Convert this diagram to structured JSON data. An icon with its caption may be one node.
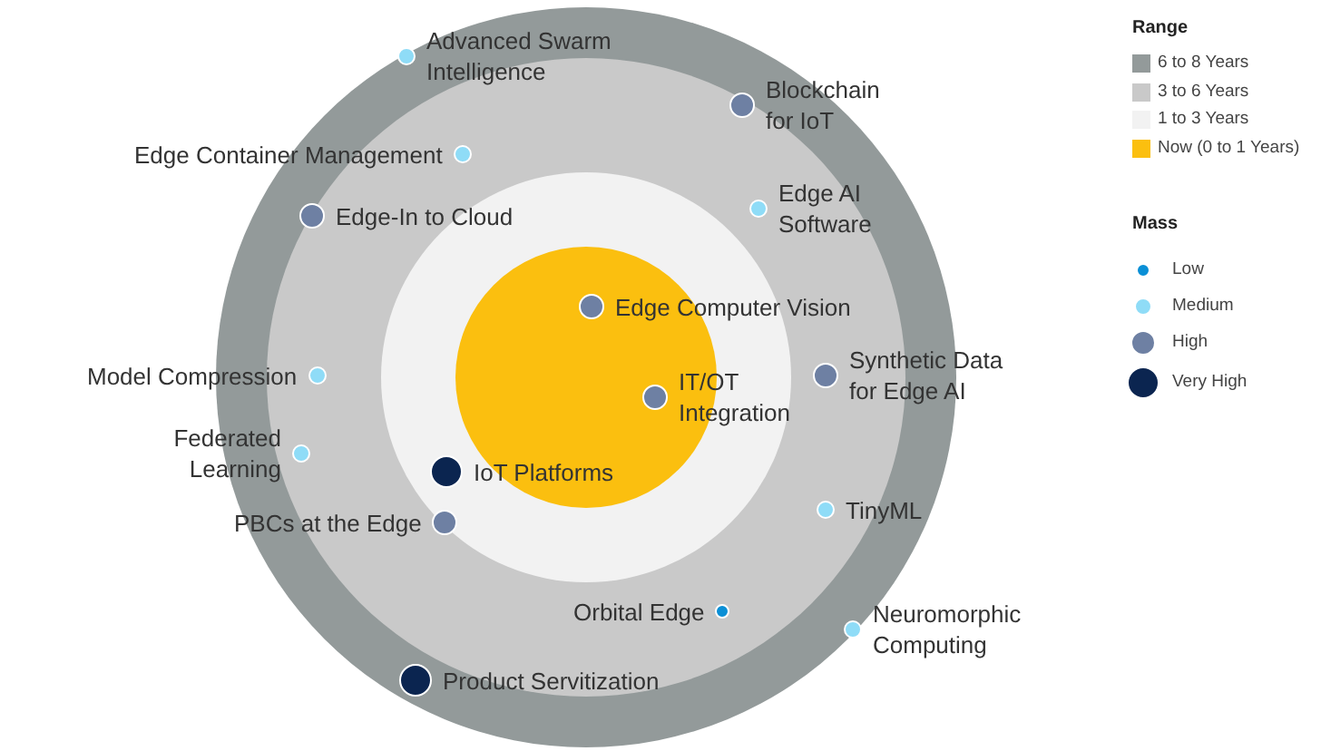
{
  "diagram": {
    "nodes": [
      {
        "text": [
          "Advanced Swarm Intelligence"
        ]
      },
      {
        "text": [
          "Blockchain for IoT"
        ]
      },
      {
        "text": [
          "Edge Container Management"
        ]
      },
      {
        "text": [
          "Edge AI Software"
        ]
      },
      {
        "text": [
          "Edge-In to Cloud"
        ]
      },
      {
        "text": [
          "Edge Computer Vision"
        ]
      },
      {
        "text": [
          "Model Compression"
        ]
      },
      {
        "text": [
          "Synthetic Data for Edge AI"
        ]
      },
      {
        "text": [
          "IT/OT Integration"
        ]
      },
      {
        "text": [
          "Federated Learning"
        ]
      },
      {
        "text": [
          "IoT Platforms"
        ]
      },
      {
        "text": [
          "TinyML"
        ]
      },
      {
        "text": [
          "PBCs at the Edge"
        ]
      },
      {
        "text": [
          "Orbital Edge"
        ]
      },
      {
        "text": [
          "Neuromorphic Computing"
        ]
      },
      {
        "text": [
          "Product Servitization"
        ]
      }
    ],
    "labels": [
      "Range",
      "Mass"
    ],
    "legend": [
      {
        "text": "6 to 8 Years",
        "color": "#939a9a"
      },
      {
        "text": "3 to 6 Years",
        "color": "#c9c9c9"
      },
      {
        "text": "1 to 3 Years",
        "color": "#f2f2f2"
      },
      {
        "text": "Now (0 to 1 Years)",
        "color": "#fbbf0f"
      },
      {
        "text": "Low"
      },
      {
        "text": "Medium"
      },
      {
        "text": "High"
      },
      {
        "text": "Very High"
      }
    ]
  }
}
